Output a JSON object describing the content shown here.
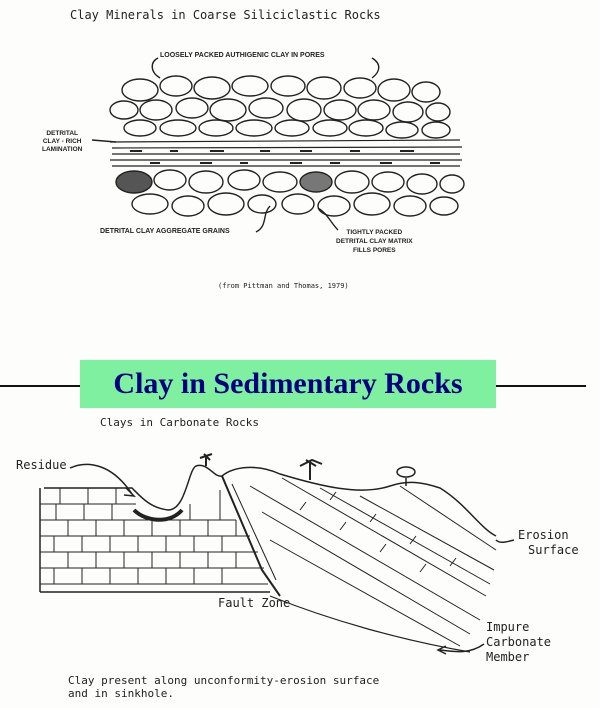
{
  "top_panel": {
    "title": "Clay Minerals in Coarse Siliciclastic Rocks",
    "labels": {
      "pores": "LOOSELY PACKED AUTHIGENIC CLAY IN PORES",
      "lamination_1": "DETRITAL",
      "lamination_2": "CLAY - RICH",
      "lamination_3": "LAMINATION",
      "aggregate": "DETRITAL CLAY AGGREGATE GRAINS",
      "matrix_1": "TIGHTLY PACKED",
      "matrix_2": "DETRITAL CLAY MATRIX",
      "matrix_3": "FILLS PORES"
    },
    "citation": "(from Pittman and Thomas, 1979)"
  },
  "banner": {
    "title": "Clay in Sedimentary Rocks",
    "background": "#7ff0a0",
    "text_color": "#000080"
  },
  "bottom_panel": {
    "title": "Clays in Carbonate Rocks",
    "labels": {
      "residue": "Residue",
      "erosion_1": "Erosion",
      "erosion_2": "Surface",
      "fault": "Fault Zone",
      "impure_1": "Impure",
      "impure_2": "Carbonate",
      "impure_3": "Member"
    },
    "caption_1": "Clay present along unconformity-erosion surface",
    "caption_2": "and in sinkhole."
  }
}
